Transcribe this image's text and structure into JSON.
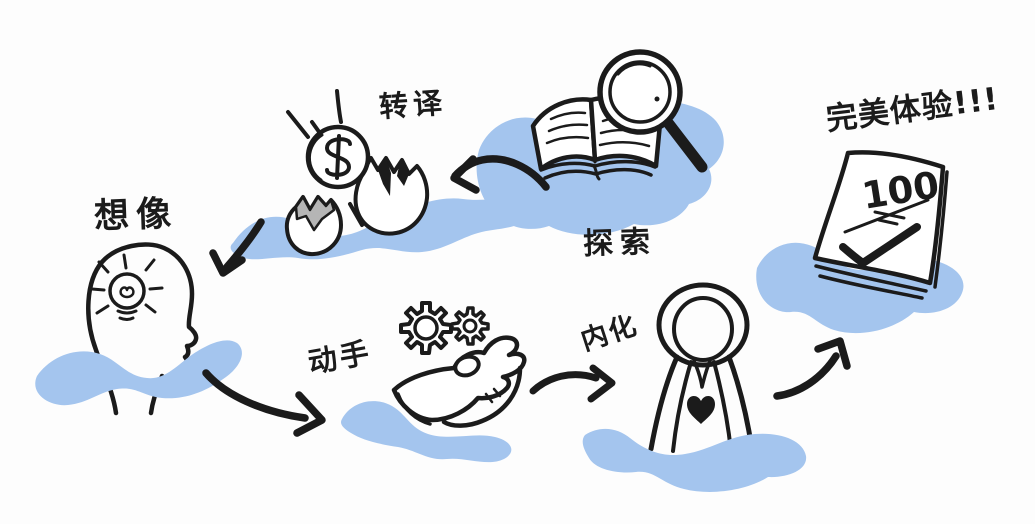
{
  "colors": {
    "ink": "#1b1b1b",
    "wave_blue": "#a4c5ee",
    "shell_gray": "#b5b5b5",
    "background": "#fdfdfd"
  },
  "steps": [
    {
      "key": "imagine",
      "label": "想像",
      "icon": "head-lightbulb-icon"
    },
    {
      "key": "translate",
      "label": "转译",
      "icon": "coin-hatching-egg-icon"
    },
    {
      "key": "explore",
      "label": "探索",
      "icon": "book-magnifier-icon"
    },
    {
      "key": "hands_on",
      "label": "动手",
      "icon": "hand-gears-icon"
    },
    {
      "key": "internalize",
      "label": "内化",
      "icon": "figure-heart-icon"
    },
    {
      "key": "perfect_experience",
      "label": "完美体验!!!",
      "icon": "score-sheet-icon"
    }
  ],
  "score_sheet": {
    "value": "100"
  },
  "arrows": [
    {
      "from": "explore",
      "to": "translate"
    },
    {
      "from": "translate",
      "to": "imagine"
    },
    {
      "from": "imagine",
      "to": "hands_on"
    },
    {
      "from": "hands_on",
      "to": "internalize"
    },
    {
      "from": "internalize",
      "to": "perfect_experience"
    }
  ]
}
